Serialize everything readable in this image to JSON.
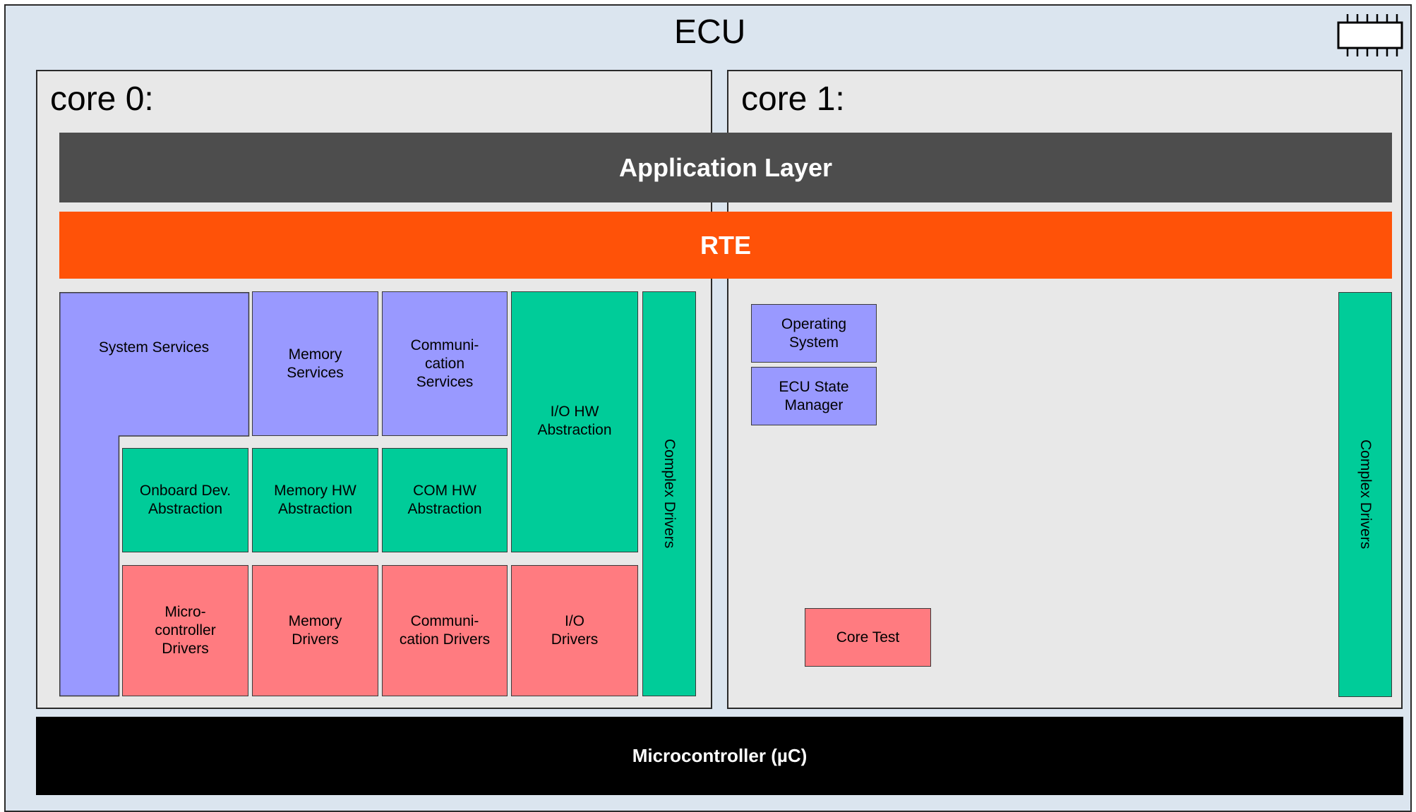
{
  "ecu": {
    "title": "ECU",
    "icon": "chip-icon"
  },
  "core0": {
    "title": "core 0:",
    "system_services": "System Services",
    "memory_services": "Memory\nServices",
    "communication_services": "Communi-\ncation\nServices",
    "io_hw_abstraction": "I/O HW\nAbstraction",
    "complex_drivers": "Complex Drivers",
    "onboard_dev_abstraction": "Onboard Dev.\nAbstraction",
    "memory_hw_abstraction": "Memory HW\nAbstraction",
    "com_hw_abstraction": "COM HW\nAbstraction",
    "microcontroller_drivers": "Micro-\ncontroller\nDrivers",
    "memory_drivers": "Memory\nDrivers",
    "communication_drivers": "Communi-\ncation Drivers",
    "io_drivers": "I/O\nDrivers"
  },
  "core1": {
    "title": "core 1:",
    "operating_system": "Operating\nSystem",
    "ecu_state_manager": "ECU State\nManager",
    "core_test": "Core Test",
    "complex_drivers": "Complex Drivers"
  },
  "layers": {
    "application": "Application Layer",
    "rte": "RTE",
    "microcontroller": "Microcontroller (µC)"
  },
  "colors": {
    "ecu_bg": "#dbe5ef",
    "core_bg": "#e8e8e8",
    "application": "#4d4d4d",
    "rte": "#ff5208",
    "services": "#9999ff",
    "abstraction": "#00cc99",
    "drivers": "#ff7b80",
    "microcontroller": "#000000"
  }
}
